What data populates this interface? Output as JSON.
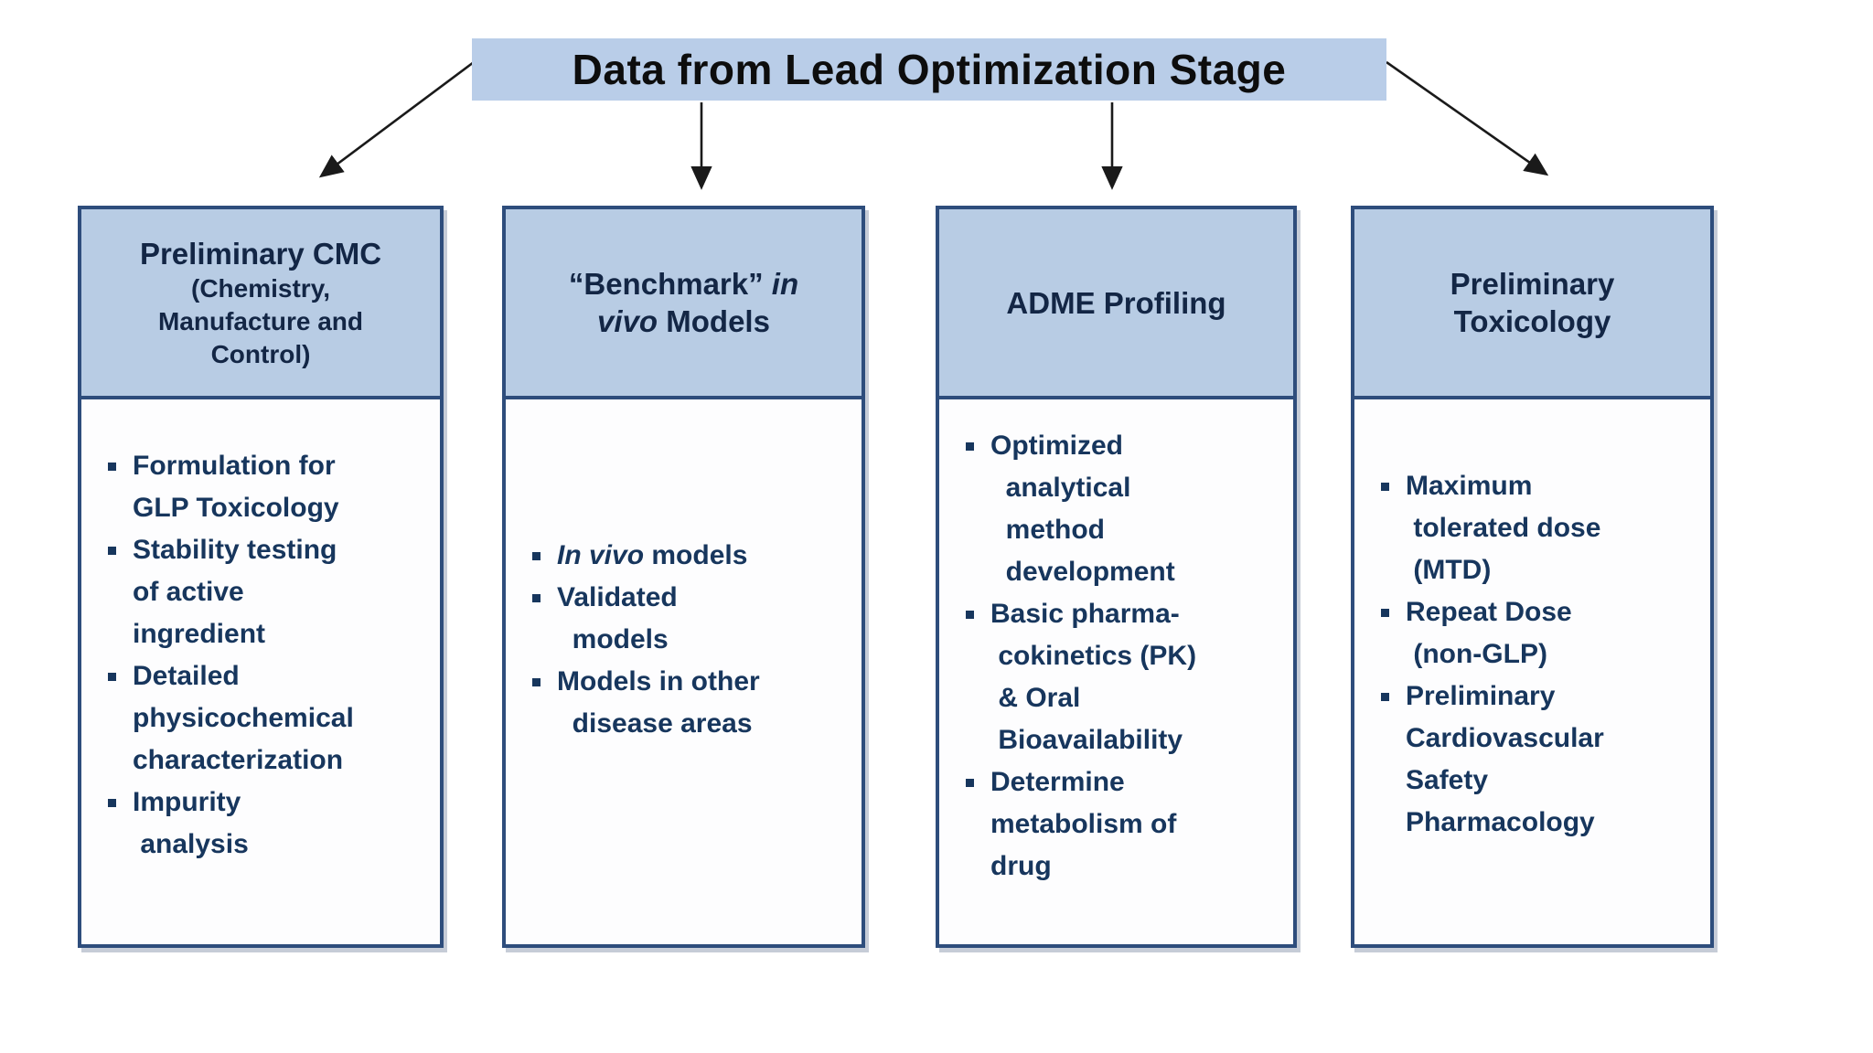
{
  "banner": {
    "text": "Data from Lead Optimization Stage"
  },
  "colors": {
    "banner_bg": "#b9cde8",
    "header_bg": "#b8cce4",
    "box_border": "#2e4d7c",
    "body_bg": "#fdfdfe",
    "header_text": "#132645",
    "body_text": "#17365d",
    "arrow": "#1a1a1a"
  },
  "boxes": [
    {
      "id": "preliminary-cmc",
      "title": "Preliminary CMC",
      "subtitle": "(Chemistry,\nManufacture and\nControl)",
      "bullets": [
        {
          "text": "Formulation for\nGLP Toxicology"
        },
        {
          "text": "Stability testing\nof active\ningredient"
        },
        {
          "text": "Detailed\nphysicochemical\ncharacterization"
        },
        {
          "text": "Impurity\n analysis"
        }
      ]
    },
    {
      "id": "benchmark-in-vivo-models",
      "title_pre": "“Benchmark” ",
      "title_italic": "in\nvivo",
      "title_post": " Models",
      "bullets": [
        {
          "italic": "In vivo",
          "text": " models"
        },
        {
          "text": "Validated\n  models"
        },
        {
          "text": "Models in other\n  disease areas"
        }
      ]
    },
    {
      "id": "adme-profiling",
      "title": "ADME Profiling",
      "bullets": [
        {
          "text": "Optimized\n  analytical\n  method\n  development"
        },
        {
          "text": "Basic pharma-\n cokinetics (PK)\n & Oral\n Bioavailability"
        },
        {
          "text": "Determine\nmetabolism of\ndrug"
        }
      ]
    },
    {
      "id": "preliminary-toxicology",
      "title": "Preliminary\nToxicology",
      "bullets": [
        {
          "text": "Maximum\n tolerated dose\n (MTD)"
        },
        {
          "text": "Repeat Dose\n (non-GLP)"
        },
        {
          "text": "Preliminary\nCardiovascular\nSafety\nPharmacology"
        }
      ]
    }
  ]
}
